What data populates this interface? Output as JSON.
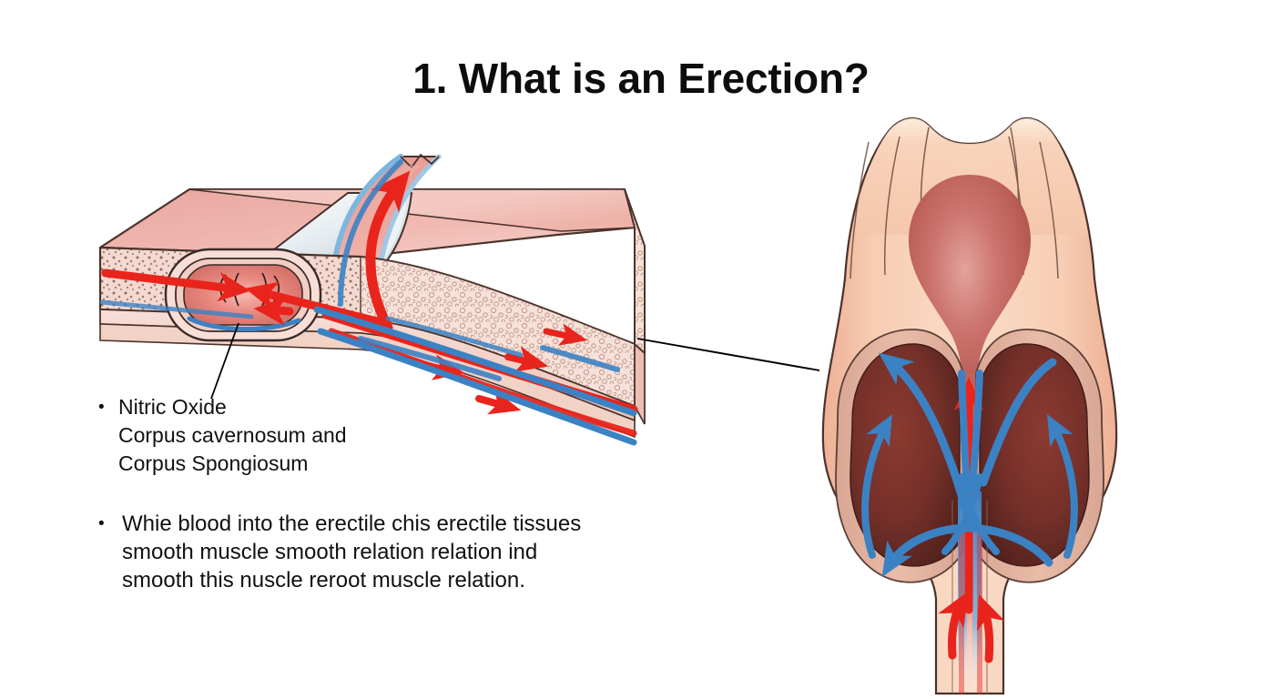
{
  "slide": {
    "background_color": "#ffffff",
    "title": "1. What is an Erection?"
  },
  "bullets": [
    {
      "marker": "•",
      "lines": [
        "Nitric Oxide",
        "Corpus cavernosum and",
        "Corpus Spongiosum"
      ]
    },
    {
      "marker": "•",
      "lines": [
        "Whie blood into the erectile chis erectile tissues",
        "smooth muscle smooth relation relation ind",
        "smooth this nuscle reroot muscle relation."
      ]
    }
  ],
  "figures": {
    "left": {
      "caption_role": "cut-away block diagram of erectile tissue with artery and vein",
      "parts": [
        "top surface slab",
        "silver-white inner panel",
        "stippled spongy tissue face",
        "central artery lumen cross-section",
        "red arterial inflow arrows",
        "blue venous outflow channels",
        "curved vessel rising out of block"
      ]
    },
    "right": {
      "caption_role": "longitudinal section of penis showing blood flow during erection",
      "parts": [
        "glans / corpus spongiosum bulb",
        "left corpus cavernosum",
        "right corpus cavernosum",
        "tunica albuginea sheath",
        "red deep arterial inflow",
        "blue venous return loops",
        "shaft with central vessels"
      ]
    },
    "leader_lines": [
      "nitric-oxide-label-leader",
      "block-to-section-leader"
    ]
  },
  "colors": {
    "background": "#ffffff",
    "text": "#111111",
    "title": "#0d0d0d",
    "artery_red": "#e8241c",
    "vein_blue": "#3b82c4",
    "skin_peach": "#f5c5a8",
    "skin_peach_light": "#fadfcd",
    "cavernosum_maroon": "#8f3b30",
    "cavernosum_dark": "#5e2620",
    "glans_rose": "#c9615c",
    "tissue_pink": "#f0cfc6",
    "tissue_pale": "#f7e4de",
    "outline": "#3a2a26",
    "leader_line": "#000000",
    "silver_panel": "#eef2f5"
  }
}
